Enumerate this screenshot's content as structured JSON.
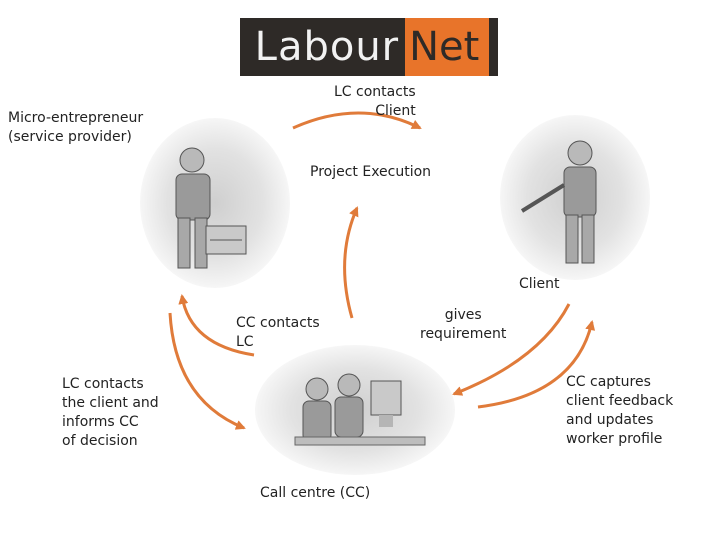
{
  "logo": {
    "part1": "Labour",
    "part2": "Net"
  },
  "colors": {
    "arrow": "#e07b3a",
    "logo_dark": "#2e2a27",
    "logo_accent": "#e8742a"
  },
  "nodes": {
    "provider": "Micro-entrepreneur\n(service provider)",
    "client": "Client",
    "call_centre": "Call centre (CC)"
  },
  "edges": {
    "lc_contacts_client": "LC contacts\nClient",
    "project_execution": "Project Execution",
    "cc_contacts_lc": "CC contacts\nLC",
    "gives_requirement": "gives\nrequirement",
    "lc_informs_cc": "LC contacts\nthe client and\ninforms CC\nof decision",
    "cc_captures_feedback": "CC captures\nclient feedback\nand updates\nworker profile"
  }
}
